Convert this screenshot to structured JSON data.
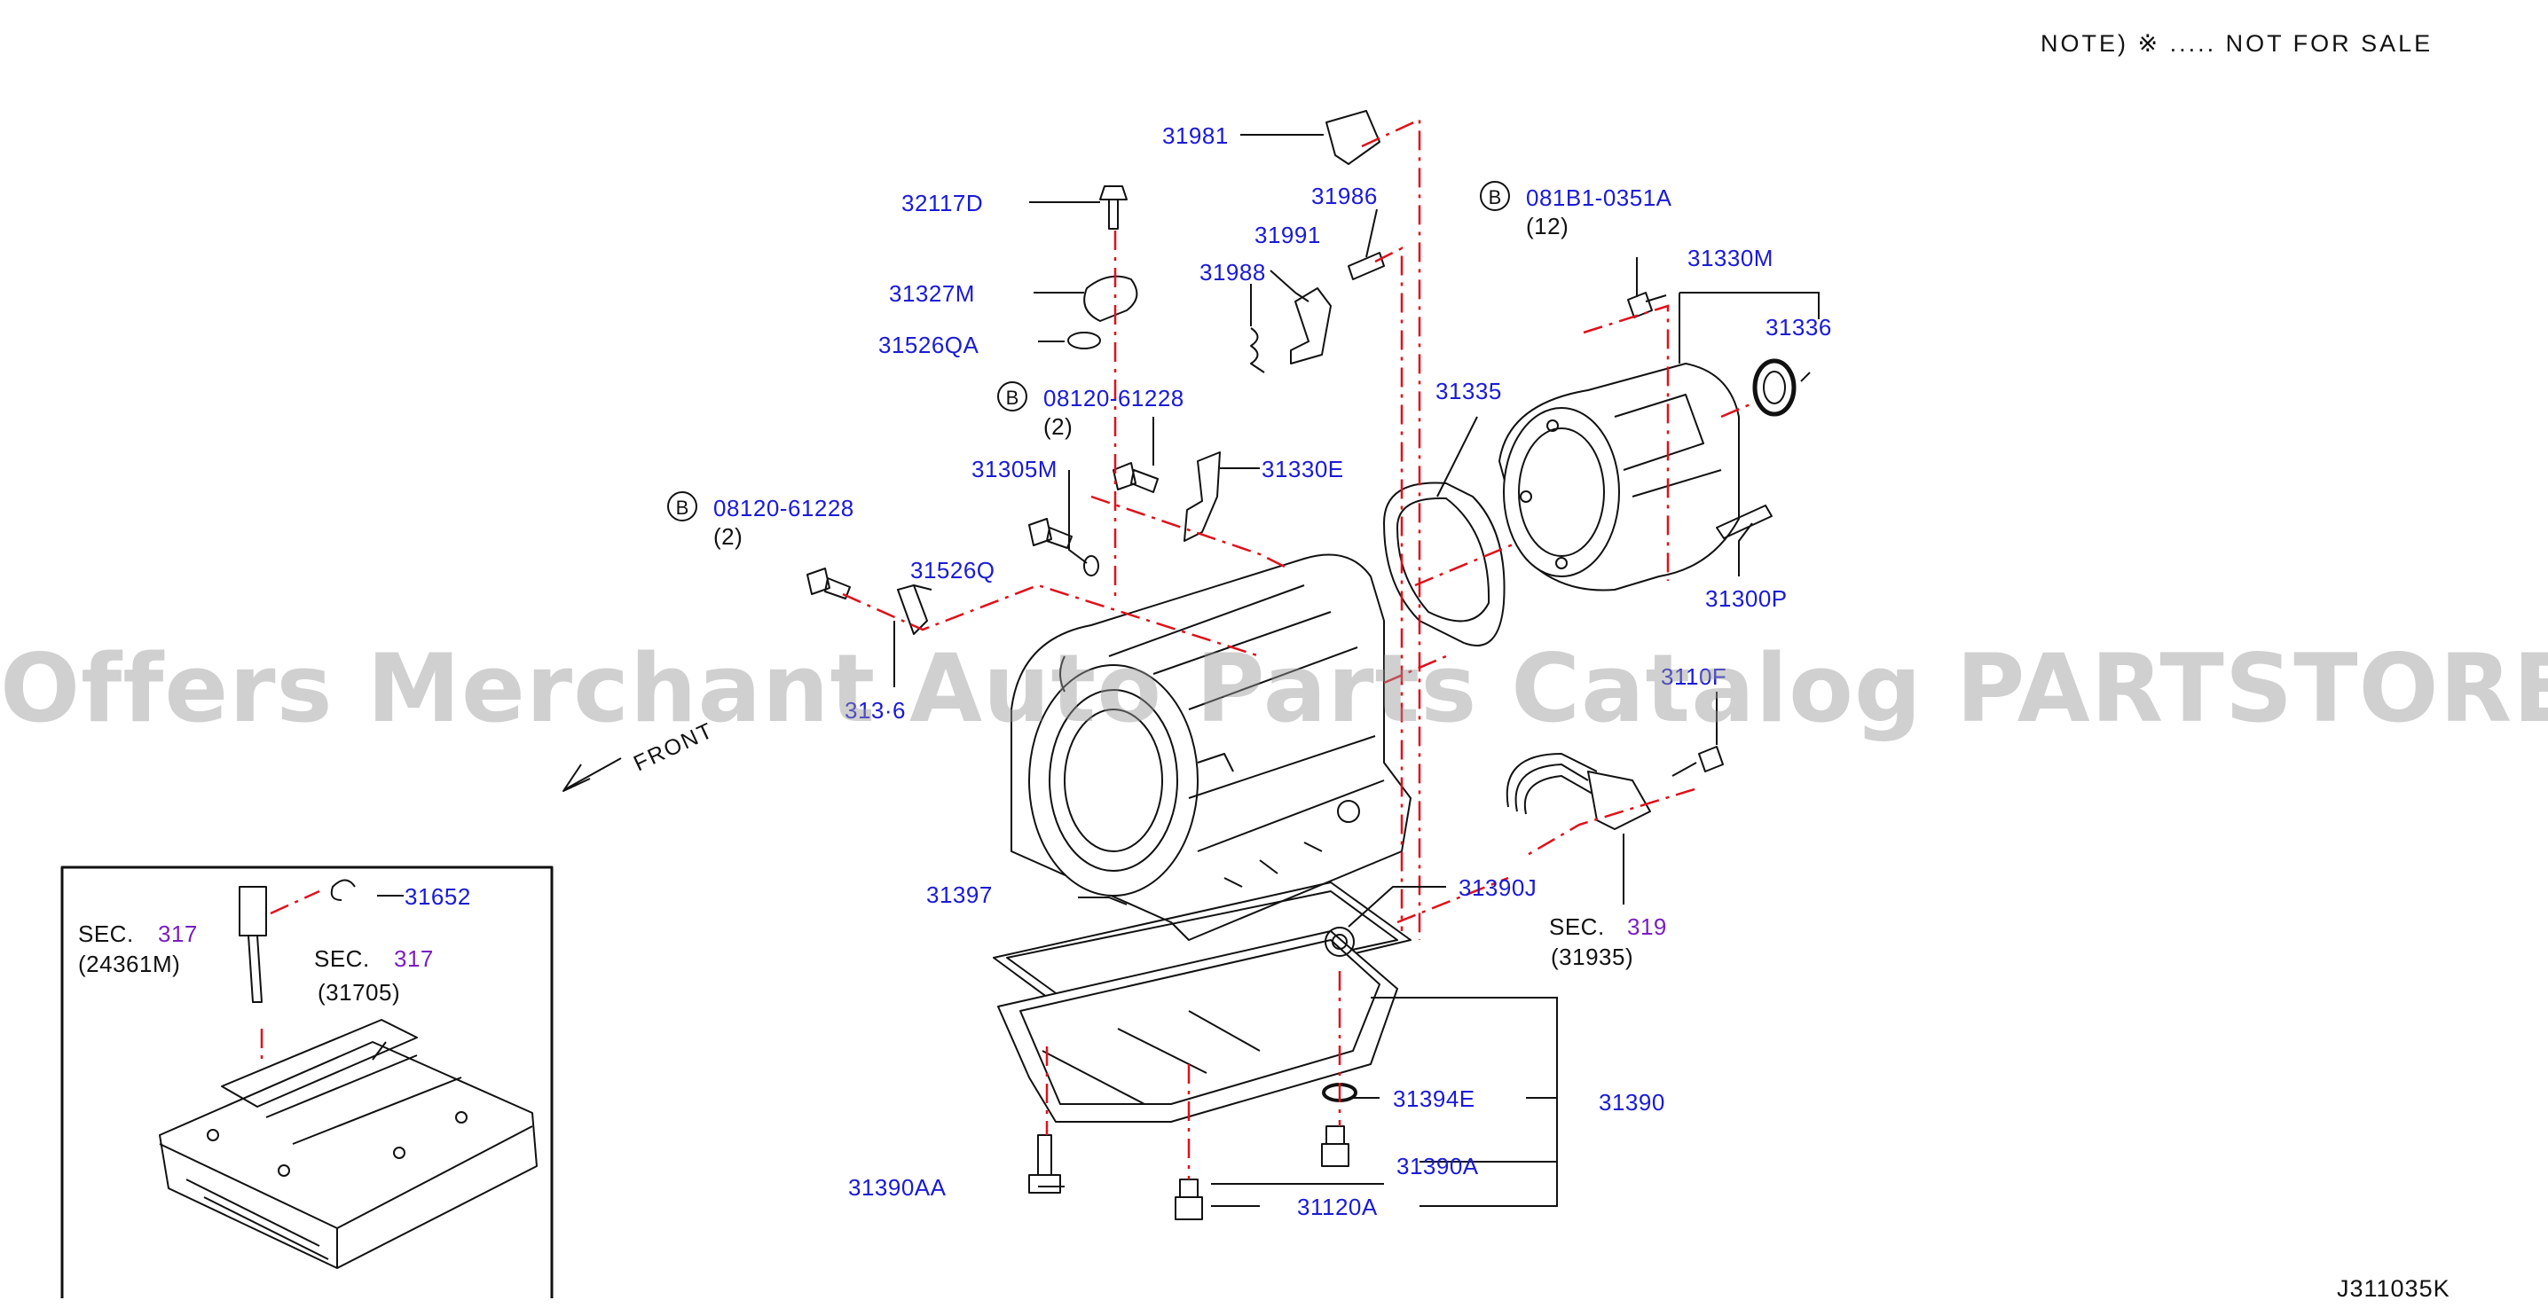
{
  "note": "NOTE)   ※ ..... NOT  FOR  SALE",
  "figure_code": "J311035K",
  "watermark": "Offers Merchant Auto Parts Catalog PARTSTORE.SA",
  "front_label": "FRONT",
  "parts": {
    "p31981": "31981",
    "p32117D": "32117D",
    "p31986": "31986",
    "p31991": "31991",
    "p31327M": "31327M",
    "p31988": "31988",
    "p31526QA": "31526QA",
    "p08120_61228_a": "08120-61228",
    "qty_a": "(2)",
    "p31305M": "31305M",
    "p31330E": "31330E",
    "p08120_61228_b": "08120-61228",
    "qty_b": "(2)",
    "p31526Q": "31526Q",
    "p31316": "313·6",
    "p081B1": "081B1-0351A",
    "qty_c": "(12)",
    "p31330M": "31330M",
    "p31336": "31336",
    "p31335": "31335",
    "p31300P": "31300P",
    "p3110F": "3110F",
    "p31397": "31397",
    "p31390J": "31390J",
    "p31394E": "31394E",
    "p31390": "31390",
    "p31390A": "31390A",
    "p31390AA": "31390AA",
    "p31120A": "31120A",
    "p31652": "31652",
    "bolt_mark": "B"
  },
  "sec": {
    "sec_word": "SEC.",
    "sec_317a": "317",
    "sec_317a_ref": "(24361M)",
    "sec_317b": "317",
    "sec_317b_ref": "(31705)",
    "sec_319": "319",
    "sec_319_ref": "(31935)"
  },
  "colors": {
    "label_blue": "#1a1ad6",
    "sec_purple": "#7a1fc2",
    "leader_red": "#e0101a",
    "linework": "#111111"
  }
}
